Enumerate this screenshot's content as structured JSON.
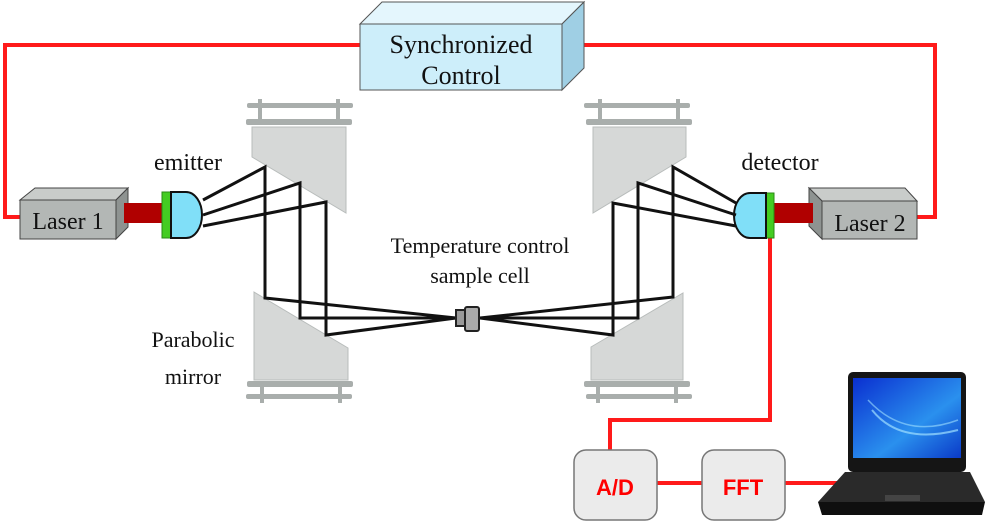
{
  "sync_control": {
    "line1": "Synchronized",
    "line2": "Control"
  },
  "laser1": {
    "label": "Laser 1"
  },
  "laser2": {
    "label": "Laser 2"
  },
  "emitter": {
    "label": "emitter"
  },
  "detector": {
    "label": "detector"
  },
  "sample_cell": {
    "line1": "Temperature control",
    "line2": "sample cell"
  },
  "mirror_label": {
    "line1": "Parabolic",
    "line2": "mirror"
  },
  "ad": {
    "label": "A/D"
  },
  "fft": {
    "label": "FFT"
  },
  "colors": {
    "wire": "#ff1a1a",
    "signal_text": "#ff0000",
    "sync_box": "#cdeefa",
    "emitter_dome": "#80dff8",
    "laser_rod": "#b00000",
    "window_strip": "#44cc22"
  }
}
